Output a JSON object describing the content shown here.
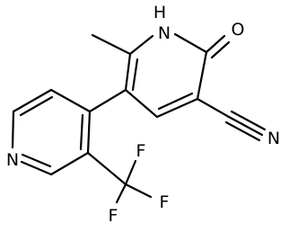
{
  "atoms": {
    "nh": "H",
    "n_of_nh": "N",
    "oxygen": "O",
    "nitrile_n": "N",
    "pyridine_n": "N",
    "f_top": "F",
    "f_left": "F",
    "f_right": "F"
  }
}
